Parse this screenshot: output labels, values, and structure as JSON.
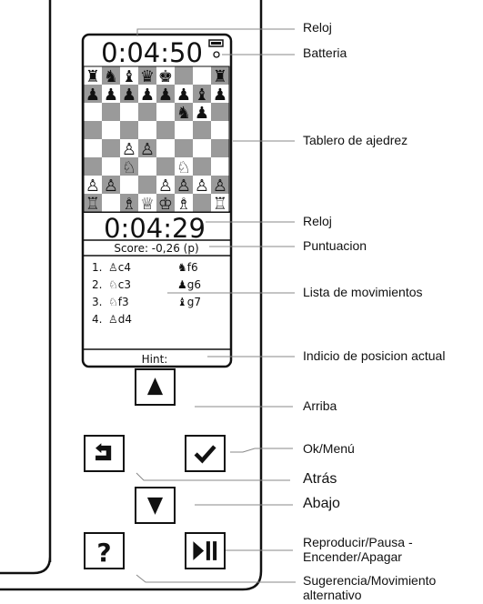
{
  "screen": {
    "clock_top": "0:04:50",
    "clock_bottom": "0:04:29",
    "score": "Score: -0,26 (p)",
    "hint": "Hint:",
    "moves": [
      {
        "n": "1.",
        "white": "♙c4",
        "black": "♞f6"
      },
      {
        "n": "2.",
        "white": "♘c3",
        "black": "♟g6"
      },
      {
        "n": "3.",
        "white": "♘f3",
        "black": "♝g7"
      },
      {
        "n": "4.",
        "white": "♙d4",
        "black": ""
      }
    ]
  },
  "board": {
    "rows": [
      [
        "♜",
        "♞",
        "♝",
        "♛",
        "♚",
        "",
        "",
        "♜"
      ],
      [
        "♟",
        "♟",
        "♟",
        "♟",
        "♟",
        "♟",
        "♝",
        "♟"
      ],
      [
        "",
        "",
        "",
        "",
        "",
        "♞",
        "♟",
        ""
      ],
      [
        "",
        "",
        "",
        "",
        "",
        "",
        "",
        ""
      ],
      [
        "",
        "",
        "♙",
        "♙",
        "",
        "",
        "",
        ""
      ],
      [
        "",
        "",
        "♘",
        "",
        "",
        "♘",
        "",
        ""
      ],
      [
        "♙",
        "♙",
        "",
        "",
        "♙",
        "♙",
        "♙",
        "♙"
      ],
      [
        "♖",
        "",
        "♗",
        "♕",
        "♔",
        "♗",
        "",
        "♖"
      ]
    ]
  },
  "buttons": [
    {
      "name": "up-button",
      "icon": "triangle-up-icon"
    },
    {
      "name": "back-button",
      "icon": "back-arrow-icon"
    },
    {
      "name": "ok-menu-button",
      "icon": "checkmark-icon"
    },
    {
      "name": "down-button",
      "icon": "triangle-down-icon"
    },
    {
      "name": "hint-button",
      "icon": "question-mark-icon"
    },
    {
      "name": "play-pause-button",
      "icon": "play-pause-icon"
    }
  ],
  "labels": {
    "reloj_top": "Reloj",
    "batteria": "Batteria",
    "tablero": "Tablero de ajedrez",
    "reloj_bottom": "Reloj",
    "puntuacion": "Puntuacion",
    "lista": "Lista de movimientos",
    "indicio": "Indicio de posicion actual",
    "arriba": "Arriba",
    "ok_menu": "Ok/Menú",
    "atras": "Atrás",
    "abajo": "Abajo",
    "reproducir_1": "Reproducir/Pausa -",
    "reproducir_2": "Encender/Apagar",
    "sugerencia_1": "Sugerencia/Movimiento",
    "sugerencia_2": "alternativo"
  },
  "colors": {
    "ink": "#111111",
    "dark_square": "#9a9a9a",
    "light_square": "#ffffff"
  }
}
